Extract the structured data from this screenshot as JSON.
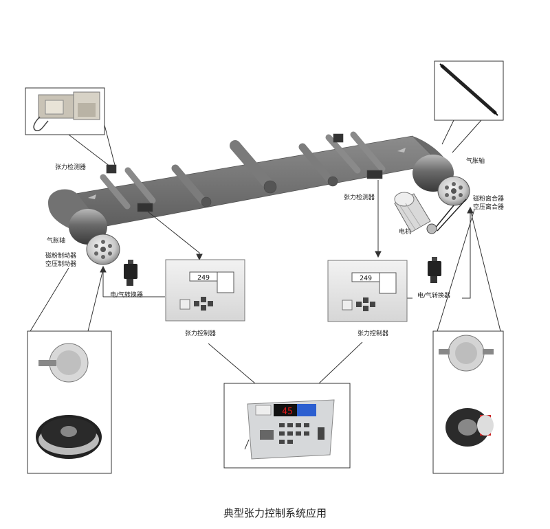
{
  "labels": {
    "tension_detector_left": "张力检测器",
    "tension_detector_right": "张力检测器",
    "air_shaft_left": "气胀轴",
    "air_shaft_right": "气胀轴",
    "brake_line1": "磁粉制动器",
    "brake_line2": "空压制动器",
    "clutch_line1": "磁粉离合器",
    "clutch_line2": "空压离合器",
    "motor": "电机",
    "ep_converter_left": "电/气转换器",
    "ep_converter_right": "电/气转换器",
    "controller_left": "张力控制器",
    "controller_right": "张力控制器"
  },
  "controller_display": "249",
  "zoom_controller_display": "45",
  "caption": "典型张力控制系统应用",
  "colors": {
    "web": "#6e6e6e",
    "roller": "#8a8a8a",
    "line": "#333333",
    "display_red": "#e01818",
    "display_blue": "#2c5fd0"
  }
}
